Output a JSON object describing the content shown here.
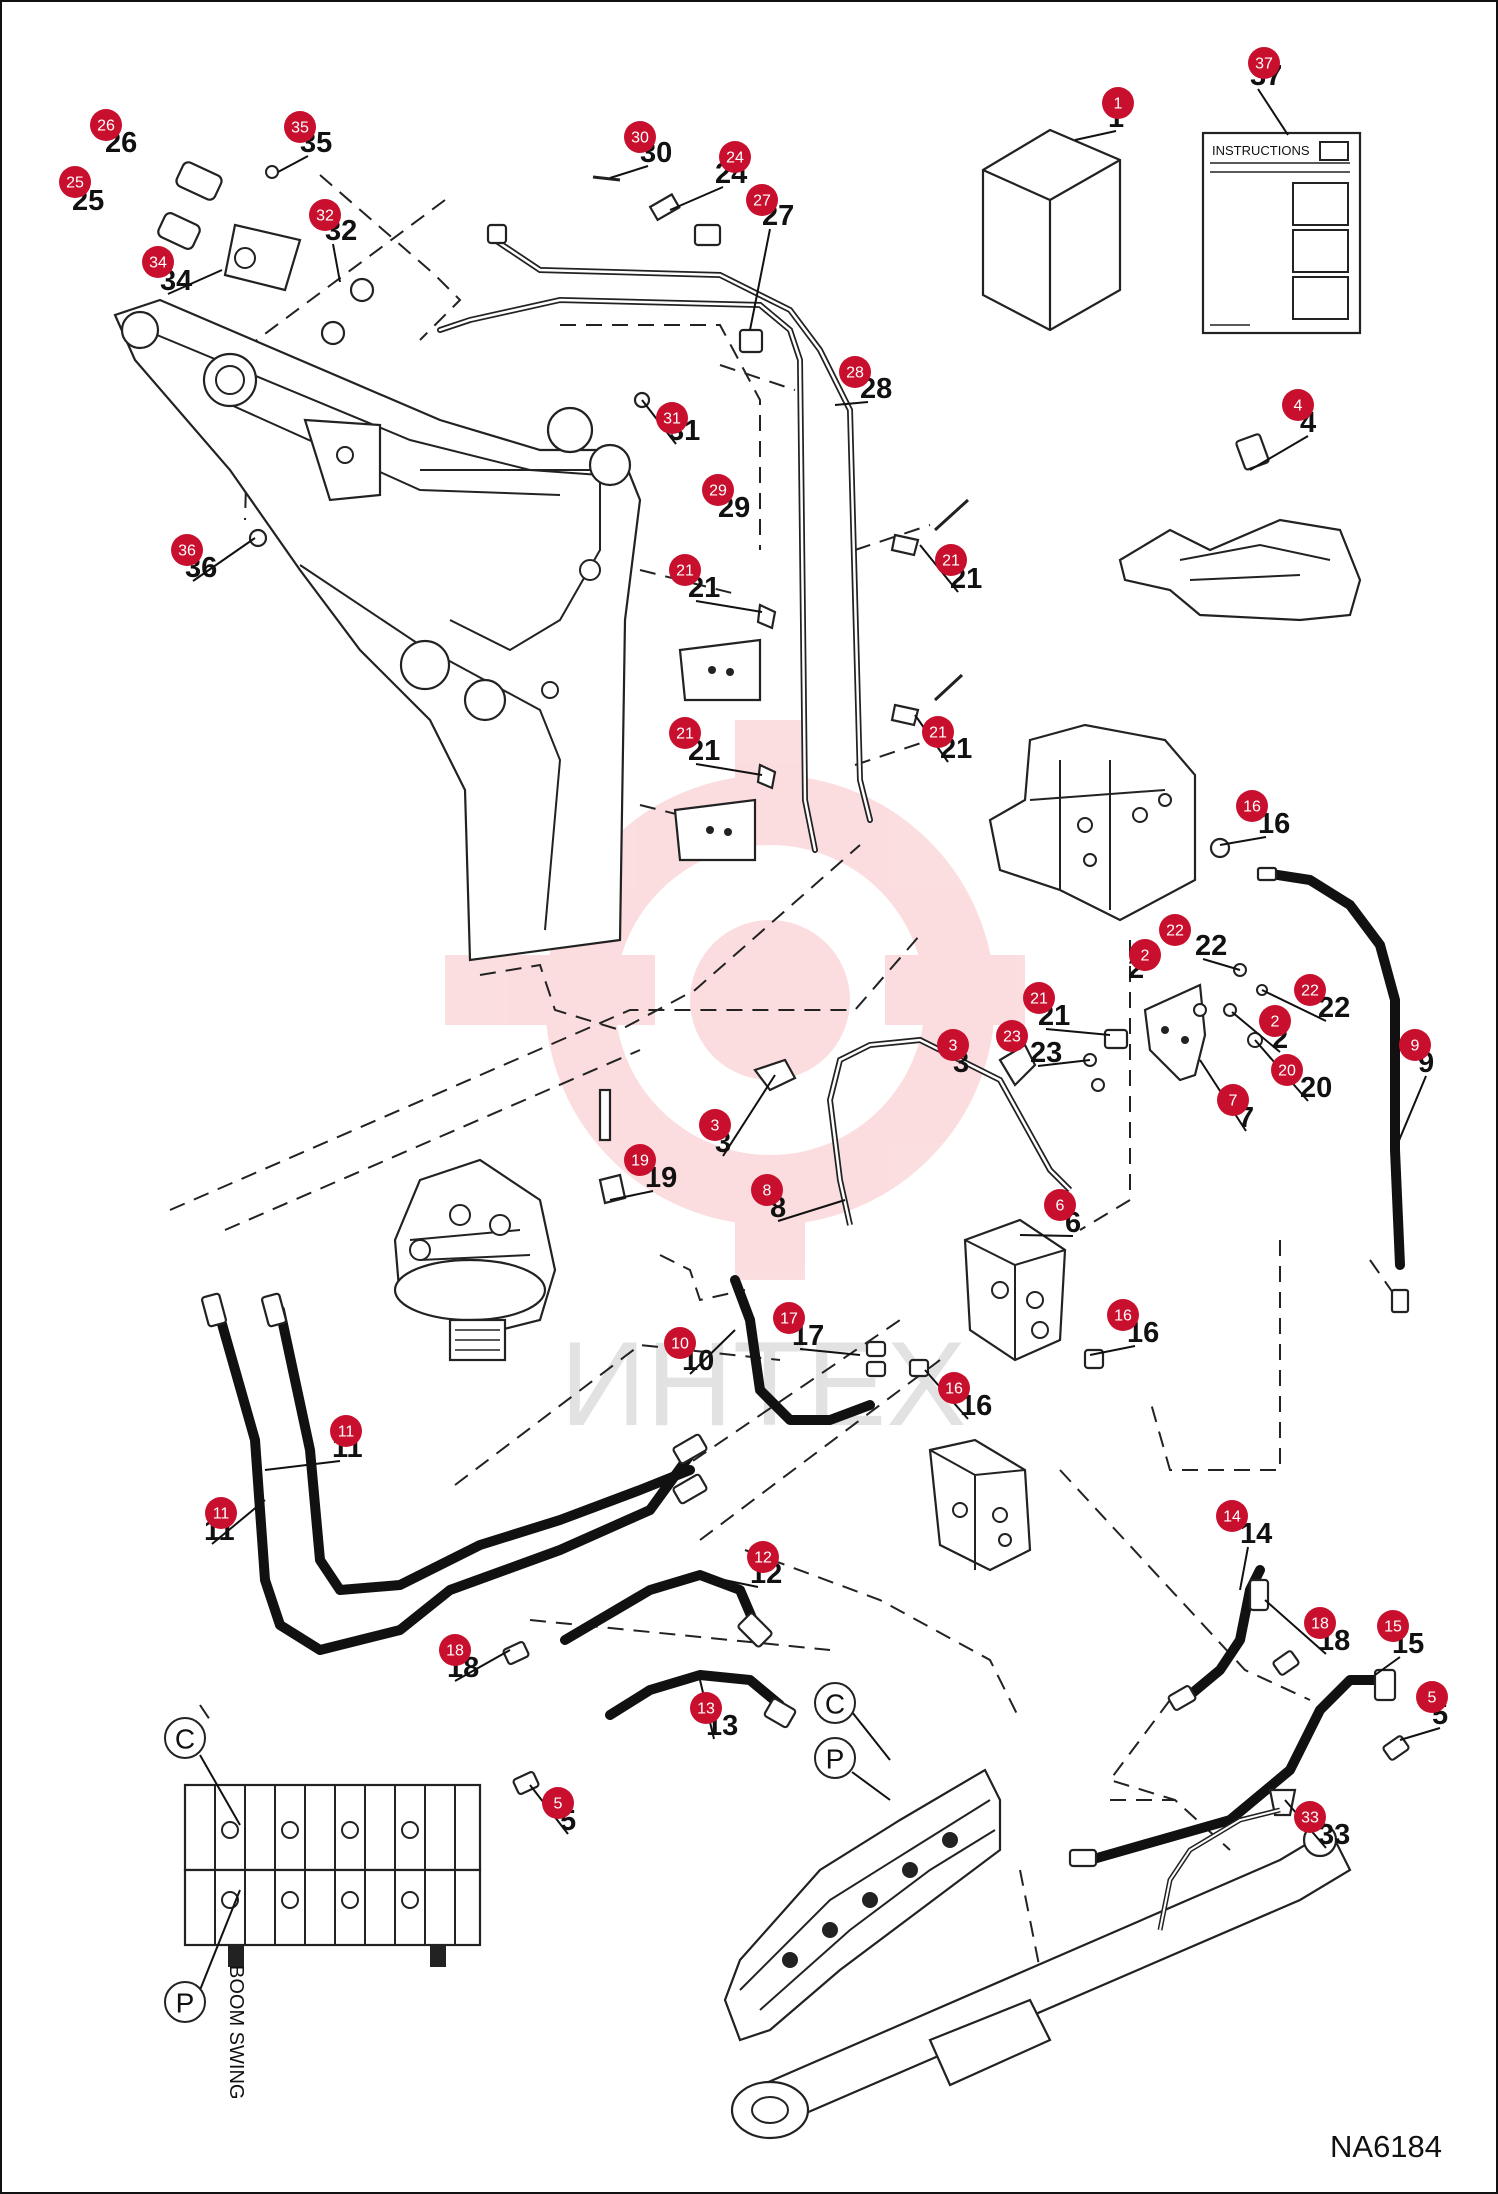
{
  "diagram": {
    "reference_code": "NA6184",
    "watermark_text": "ИНТЕХ",
    "colors": {
      "badge": "#c8102e",
      "line": "#111111",
      "watermark": "#e8323c"
    },
    "instructions_label": "INSTRUCTIONS",
    "side_label": "BOOM SWING",
    "ports": [
      "C",
      "P"
    ],
    "callouts": [
      "1",
      "2",
      "3",
      "4",
      "5",
      "6",
      "7",
      "8",
      "9",
      "10",
      "11",
      "12",
      "13",
      "14",
      "15",
      "16",
      "17",
      "18",
      "19",
      "20",
      "21",
      "22",
      "23",
      "24",
      "25",
      "26",
      "27",
      "28",
      "29",
      "30",
      "31",
      "32",
      "33",
      "34",
      "35",
      "36",
      "37"
    ]
  }
}
